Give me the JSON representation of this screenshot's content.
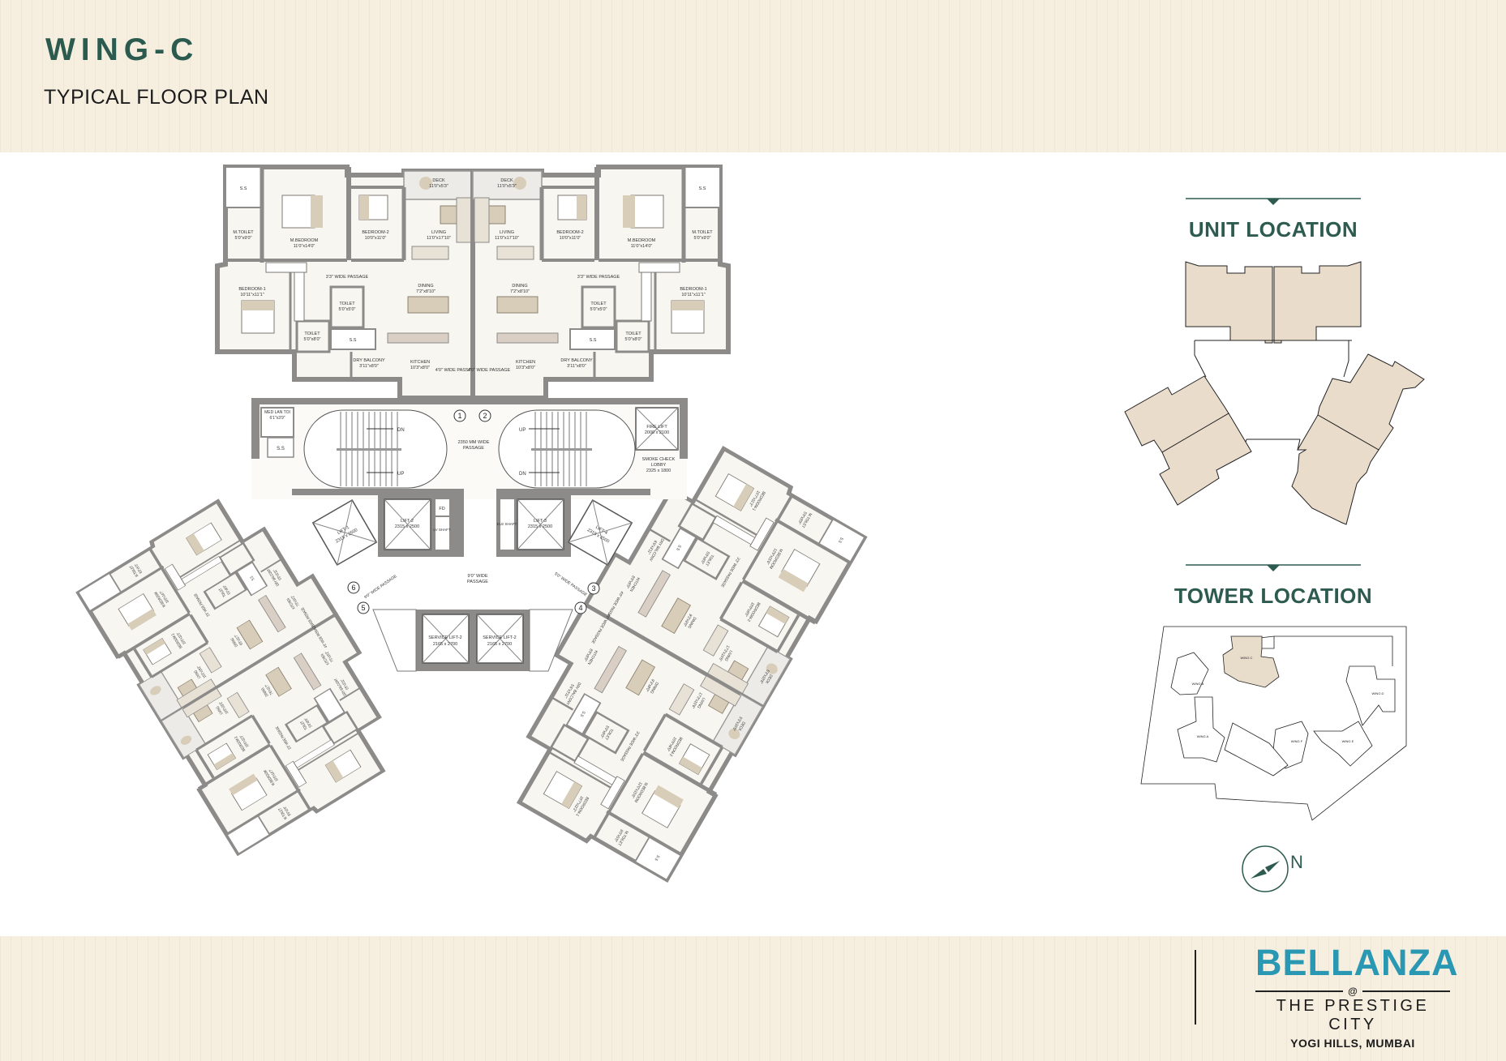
{
  "header": {
    "title": "WING-C",
    "subtitle": "TYPICAL FLOOR PLAN"
  },
  "unit_location": {
    "title": "UNIT LOCATION"
  },
  "tower_location": {
    "title": "TOWER LOCATION",
    "wings": [
      "WING A",
      "WING B",
      "WING C",
      "WING D",
      "WING E",
      "WING F"
    ],
    "highlight_color": "#e8dccb"
  },
  "compass": {
    "north_label": "N"
  },
  "logo": {
    "brand": "BELLANZA",
    "at": "@",
    "city": "THE PRESTIGE CITY",
    "location": "YOGI HILLS, MUMBAI",
    "brand_color": "#2a98b2"
  },
  "colors": {
    "title": "#2b5a4f",
    "band": "#f6efe0",
    "wall": "#8d8b89",
    "unit_fill": "#eadccb"
  },
  "floor_plan": {
    "units": [
      {
        "rooms": [
          {
            "id": "ss",
            "name": "S.S",
            "size": ""
          },
          {
            "id": "mtoilet",
            "name": "M.TOILET",
            "size": "5'0\"x9'0\""
          },
          {
            "id": "mbed",
            "name": "M.BEDROOM",
            "size": "11'0\"x14'0\""
          },
          {
            "id": "bed2",
            "name": "BEDROOM-2",
            "size": "10'0\"x11'0\""
          },
          {
            "id": "deck",
            "name": "DECK",
            "size": "11'0\"x5'3\""
          },
          {
            "id": "living",
            "name": "LIVING",
            "size": "11'0\"x17'10\""
          },
          {
            "id": "passage_a",
            "name": "3'3\" WIDE PASSAGE",
            "size": ""
          },
          {
            "id": "bed1",
            "name": "BEDROOM-1",
            "size": "10'11\"x11'1\""
          },
          {
            "id": "toilet_a",
            "name": "TOILET",
            "size": "5'0\"x5'0\""
          },
          {
            "id": "toilet_b",
            "name": "TOILET",
            "size": "5'0\"x8'0\""
          },
          {
            "id": "ss_b",
            "name": "S.S",
            "size": ""
          },
          {
            "id": "dining",
            "name": "DINING",
            "size": "7'2\"x8'10\""
          },
          {
            "id": "dry_balcony",
            "name": "DRY BALCONY",
            "size": "3'11\"x8'0\""
          },
          {
            "id": "kitchen",
            "name": "KITCHEN",
            "size": "10'3\"x8'0\""
          },
          {
            "id": "passage_b",
            "name": "4'0\" WIDE PASSAGE",
            "size": ""
          }
        ]
      },
      {
        "rooms": [
          {
            "id": "ss",
            "name": "S.S",
            "size": ""
          },
          {
            "id": "mtoilet",
            "name": "M.TOILET",
            "size": "5'0\"x9'0\""
          },
          {
            "id": "mbed",
            "name": "M.BEDROOM",
            "size": "11'0\"x14'0\""
          },
          {
            "id": "bed2",
            "name": "BEDROOM-2",
            "size": "10'0\"x11'0\""
          },
          {
            "id": "deck",
            "name": "DECK",
            "size": "11'0\"x5'3\""
          },
          {
            "id": "living",
            "name": "LIVING",
            "size": "11'0\"x17'10\""
          },
          {
            "id": "passage_a",
            "name": "3'3\" WIDE PASSAGE",
            "size": ""
          },
          {
            "id": "bed1",
            "name": "BEDROOM-1",
            "size": "10'11\"x11'1\""
          },
          {
            "id": "toilet_a",
            "name": "TOILET",
            "size": "5'0\"x5'0\""
          },
          {
            "id": "toilet_b",
            "name": "TOILET",
            "size": "5'0\"x8'0\""
          },
          {
            "id": "ss_b",
            "name": "S.S",
            "size": ""
          },
          {
            "id": "dining",
            "name": "DINING",
            "size": "7'2\"x8'10\""
          },
          {
            "id": "dry_balcony",
            "name": "DRY BALCONY",
            "size": "3'11\"x8'0\""
          },
          {
            "id": "kitchen",
            "name": "KITCHEN",
            "size": "10'3\"x8'0\""
          },
          {
            "id": "passage_b",
            "name": "4'0\" WIDE PASSAGE",
            "size": ""
          }
        ]
      },
      {
        "rooms": [
          {
            "id": "mbed",
            "name": "M.BEDROOM",
            "size": "10'0\"x14'7\""
          },
          {
            "id": "mtoilet",
            "name": "M.TOILET",
            "size": "8'0\"x5'0\""
          },
          {
            "id": "bed2",
            "name": "BEDROOM-2",
            "size": "10'0\"x11'0\""
          },
          {
            "id": "living",
            "name": "LIVING",
            "size": "10'0\"x19'2\""
          },
          {
            "id": "passage_a",
            "name": "3'3\" WIDE PASSAGE",
            "size": ""
          },
          {
            "id": "toilet_a",
            "name": "TOILET",
            "size": "5'0\"x8'0\""
          },
          {
            "id": "ss_b",
            "name": "S.S",
            "size": ""
          },
          {
            "id": "dining",
            "name": "DINING",
            "size": "8'6\"x11'7\""
          },
          {
            "id": "dry_balcony",
            "name": "DRY BALCONY",
            "size": "5'6\"x3'11\""
          },
          {
            "id": "kitchen",
            "name": "KITCHEN",
            "size": "7'0\"x10'2\""
          },
          {
            "id": "passage_b",
            "name": "4'0\" WIDE PASSAGE",
            "size": ""
          }
        ]
      },
      {
        "rooms": [
          {
            "id": "mbed",
            "name": "M.BEDROOM",
            "size": "10'0\"x14'7\""
          },
          {
            "id": "mtoilet",
            "name": "M.TOILET",
            "size": "8'0\"x5'0\""
          },
          {
            "id": "bed2",
            "name": "BEDROOM-2",
            "size": "10'0\"x11'0\""
          },
          {
            "id": "living",
            "name": "LIVING",
            "size": "10'0\"x19'2\""
          },
          {
            "id": "passage_a",
            "name": "3'3\" WIDE PASSAGE",
            "size": ""
          },
          {
            "id": "toilet_a",
            "name": "TOILET",
            "size": "5'0\"x8'0\""
          },
          {
            "id": "dining",
            "name": "DINING",
            "size": "7'8\"x11'7\""
          },
          {
            "id": "dry_balcony",
            "name": "DRY BALCONY",
            "size": "5'6\"x3'11\""
          },
          {
            "id": "kitchen",
            "name": "KITCHEN",
            "size": "7'0\"x10'2\""
          },
          {
            "id": "passage_b",
            "name": "4'0\" WIDE PASSAGE",
            "size": ""
          }
        ]
      },
      {
        "rooms": [
          {
            "id": "ss",
            "name": "S.S",
            "size": ""
          },
          {
            "id": "mtoilet",
            "name": "M.TOILET",
            "size": "5'0\"x8'0\""
          },
          {
            "id": "mbed",
            "name": "M.BEDROOM",
            "size": "12'0\"x15'6\""
          },
          {
            "id": "bed2",
            "name": "BEDROOM-2",
            "size": "10'0\"x8'0\""
          },
          {
            "id": "deck",
            "name": "DECK",
            "size": "5'3\"x10'6\""
          },
          {
            "id": "living",
            "name": "LIVING",
            "size": "17'3\"x10'6\""
          },
          {
            "id": "passage_a",
            "name": "3'3\" WIDE PASSAGE",
            "size": ""
          },
          {
            "id": "bed1",
            "name": "BEDROOM-1",
            "size": "10'7\"x11'2\""
          },
          {
            "id": "toilet_a",
            "name": "TOILET",
            "size": "5'0\"x8'0\""
          },
          {
            "id": "ss_b",
            "name": "S.S",
            "size": ""
          },
          {
            "id": "dining",
            "name": "DINING",
            "size": "9'3\"x9'0\""
          },
          {
            "id": "dry_balcony",
            "name": "DRY BALCONY",
            "size": "6'6\"x3'11\""
          },
          {
            "id": "kitchen",
            "name": "KITCHEN",
            "size": "8'0\"x8'0\""
          },
          {
            "id": "passage_b",
            "name": "4'0\" WIDE PASSAGE",
            "size": ""
          }
        ]
      },
      {
        "rooms": [
          {
            "id": "ss",
            "name": "S.S",
            "size": ""
          },
          {
            "id": "mtoilet",
            "name": "M.TOILET",
            "size": "8'0\"x5'0\""
          },
          {
            "id": "mbed",
            "name": "M.BEDROOM",
            "size": "12'0\"x15'6\""
          },
          {
            "id": "bed2",
            "name": "BEDROOM-2",
            "size": "10'0\"x8'0\""
          },
          {
            "id": "deck",
            "name": "DECK",
            "size": "5'3\"x10'6\""
          },
          {
            "id": "living",
            "name": "LIVING",
            "size": "17'3\"x10'6\""
          },
          {
            "id": "passage_a",
            "name": "3'3\" WIDE PASSAGE",
            "size": ""
          },
          {
            "id": "bed1",
            "name": "BEDROOM-1",
            "size": "10'7\"x11'2\""
          },
          {
            "id": "toilet_a",
            "name": "TOILET",
            "size": "5'0\"x8'0\""
          },
          {
            "id": "ss_b",
            "name": "S.S",
            "size": ""
          },
          {
            "id": "dining",
            "name": "DINING",
            "size": "9'3\"x9'0\""
          },
          {
            "id": "dry_balcony",
            "name": "DRY BALCONY",
            "size": "5'6\"x3'11\""
          },
          {
            "id": "kitchen",
            "name": "KITCHEN",
            "size": "8'0\"x8'0\""
          },
          {
            "id": "passage_b",
            "name": "4'0\" WIDE PASSAGE",
            "size": ""
          }
        ]
      }
    ],
    "core": {
      "med_toilet": "MED LAN TOI",
      "med_toilet_size": "6'1\"x3'9\"",
      "ss": "S.S",
      "stair_dn": "DN",
      "stair_up": "UP",
      "main_passage": "2350 MM WIDE",
      "main_passage_2": "PASSAGE",
      "lobby_passage": "9'0\" WIDE",
      "lobby_passage_2": "PASSAGE",
      "side_passage_left": "9'0\" WIDE PASSAGE",
      "side_passage_right": "5'0\" WIDE PASSAGE",
      "fire_lift": "FIRE LIFT",
      "fire_lift_size": "2000 x 2100",
      "smoke_lobby": "SMOKE CHECK",
      "smoke_lobby_2": "LOBBY",
      "smoke_lobby_size": "2325 x 1800",
      "lifts": [
        {
          "name": "LIFT-1",
          "size": "2315 x 2500"
        },
        {
          "name": "LIFT-2",
          "size": "2315 x 2500"
        },
        {
          "name": "LIFT-3",
          "size": "2315 x 2500"
        },
        {
          "name": "LIFT-4",
          "size": "2315 x 2500"
        }
      ],
      "service_lifts": [
        {
          "name": "SERVICE LIFT-2",
          "size": "2165 x 2700"
        },
        {
          "name": "SERVICE LIFT-2",
          "size": "2165 x 2700"
        }
      ],
      "fd": "FD",
      "lv_shaft": "LV SHAFT",
      "ele_shaft": "ELE SHAFT",
      "nodes": [
        "1",
        "2",
        "3",
        "4",
        "5",
        "6"
      ]
    }
  }
}
